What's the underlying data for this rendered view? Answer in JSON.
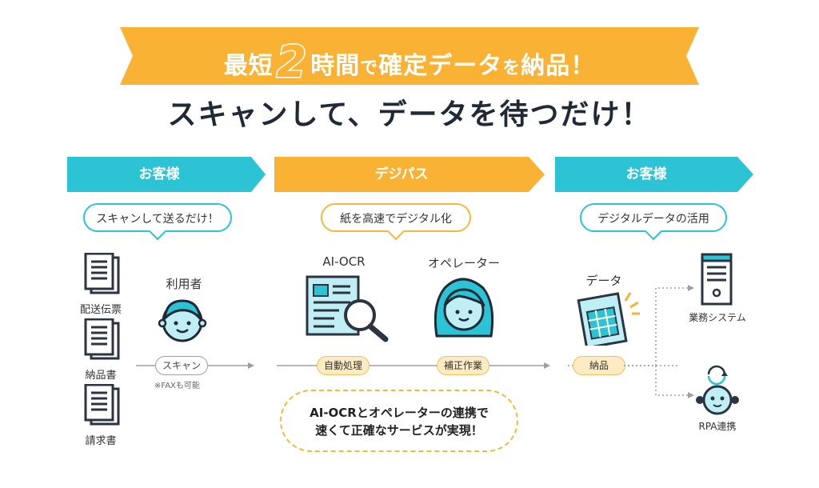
{
  "banner": {
    "part1": "最短",
    "number": "2",
    "part2": "時間",
    "part3": "で",
    "part4": "確定データ",
    "part5": "を",
    "part6": "納品！"
  },
  "headline": "スキャンして、データを待つだけ！",
  "stages": [
    {
      "label": "お客様",
      "bubble": "スキャンして送るだけ！"
    },
    {
      "label": "デジパス",
      "bubble": "紙を高速でデジタル化"
    },
    {
      "label": "お客様",
      "bubble": "デジタルデータの活用"
    }
  ],
  "documents": [
    "配送伝票",
    "納品書",
    "請求書"
  ],
  "user": {
    "label": "利用者",
    "step": "スキャン",
    "note": "※FAXも可能"
  },
  "ai_ocr": {
    "label": "AI-OCR",
    "step": "自動処理"
  },
  "operator": {
    "label": "オペレーター",
    "step": "補正作業"
  },
  "data_file": {
    "label": "データ",
    "step": "納品"
  },
  "outputs": [
    {
      "label": "業務システム"
    },
    {
      "label": "RPA連携"
    }
  ],
  "summary": {
    "line1": "AI-OCRとオペレーターの連携で",
    "line2": "速くて正確なサービスが実現！"
  },
  "colors": {
    "teal": "#2cc3d4",
    "yellow": "#f9b233",
    "navy": "#1f2a36"
  },
  "icons": [
    "document-stack-icon",
    "user-face-icon",
    "ocr-scan-icon",
    "operator-headset-icon",
    "spreadsheet-icon",
    "server-icon",
    "robot-icon"
  ]
}
